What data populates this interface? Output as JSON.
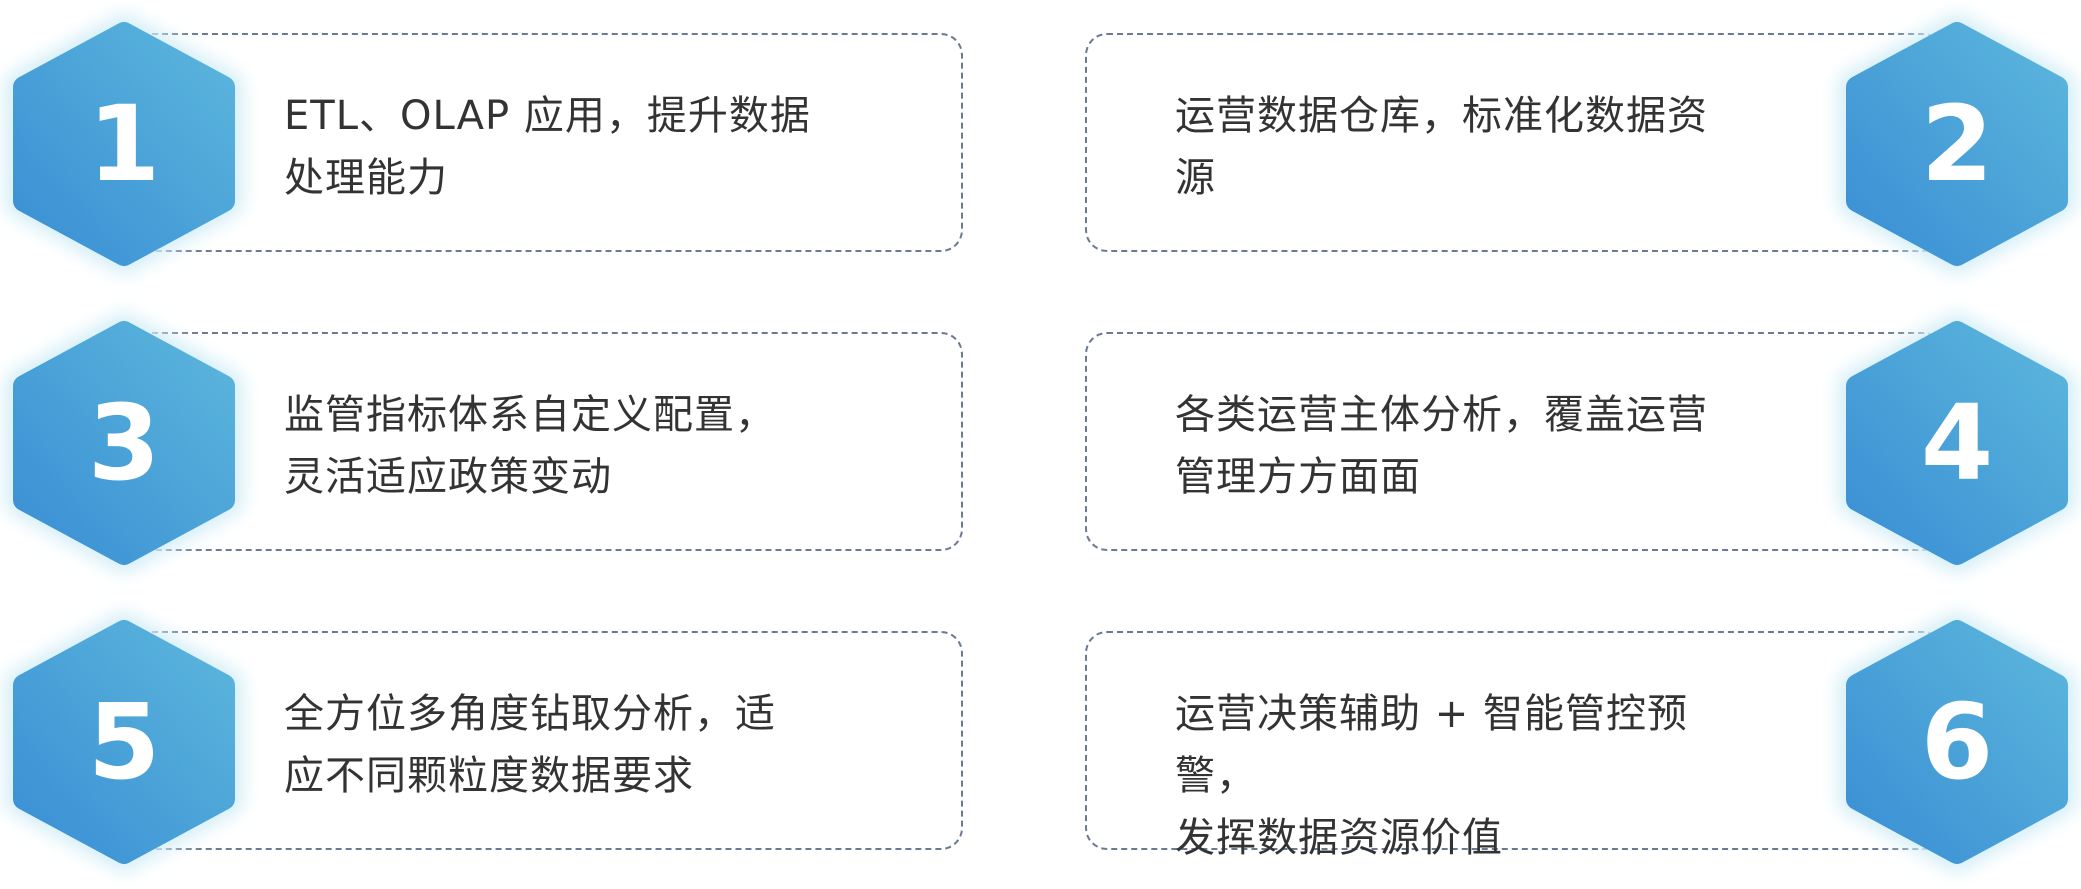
{
  "colors": {
    "hex_start": "#3a8fd4",
    "hex_end": "#5bb6dc",
    "glow": "#d3eef7",
    "text": "#333333",
    "border": "#6b7a92"
  },
  "items": [
    {
      "number": "1",
      "line1": "ETL、OLAP 应用，提升数据",
      "line2": "处理能力"
    },
    {
      "number": "2",
      "line1": "运营数据仓库，标准化数据资",
      "line2": "源"
    },
    {
      "number": "3",
      "line1": "监管指标体系自定义配置，",
      "line2": "灵活适应政策变动"
    },
    {
      "number": "4",
      "line1": "各类运营主体分析，覆盖运营",
      "line2": "管理方方面面"
    },
    {
      "number": "5",
      "line1": "全方位多角度钻取分析，适",
      "line2": "应不同颗粒度数据要求"
    },
    {
      "number": "6",
      "line1": "运营决策辅助 + 智能管控预警，",
      "line2": "发挥数据资源价值"
    }
  ]
}
